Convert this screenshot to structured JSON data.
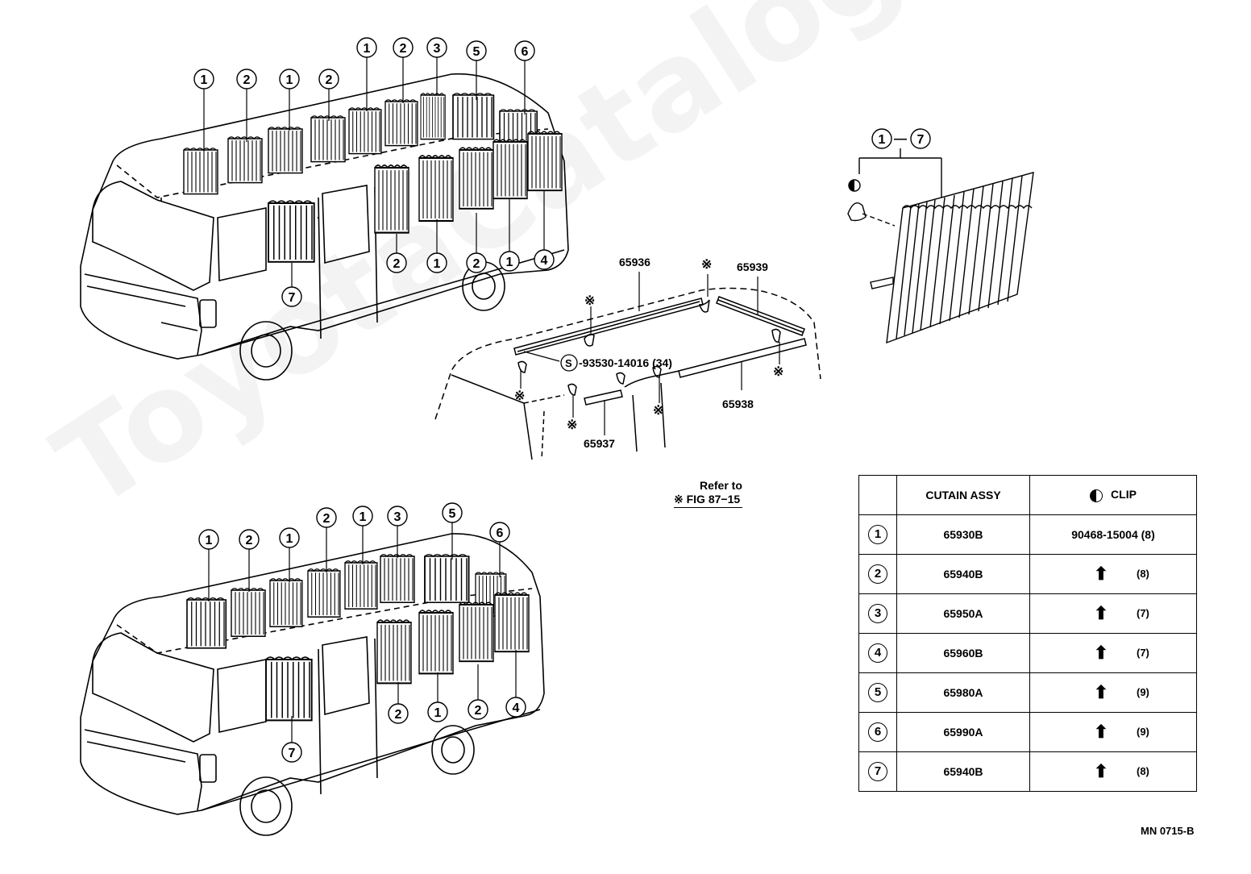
{
  "upper_van": {
    "top_callouts": [
      "1",
      "2",
      "1",
      "2",
      "1",
      "2",
      "3",
      "5",
      "6"
    ],
    "lower_callouts": [
      "7",
      "2",
      "1",
      "2",
      "1",
      "4"
    ]
  },
  "lower_van": {
    "top_callouts": [
      "1",
      "2",
      "1",
      "2",
      "1",
      "3",
      "5",
      "6"
    ],
    "lower_callouts": [
      "7",
      "2",
      "1",
      "2",
      "4"
    ]
  },
  "rail_diagram": {
    "parts": {
      "p65936": "65936",
      "p65939": "65939",
      "p65938": "65938",
      "p65937": "65937"
    },
    "screw_prefix": "S",
    "screw_text": "-93530-14016 (34)",
    "asterisk": "※"
  },
  "curtain_detail": {
    "range_from": "1",
    "range_dash": "—",
    "range_to": "7"
  },
  "refer_note": {
    "line1": "Refer to",
    "line2": "※ FIG 87−15"
  },
  "table": {
    "header_part": "CUTAIN ASSY",
    "header_clip": "CLIP",
    "rows": [
      {
        "num": "1",
        "part": "65930B",
        "clip": "90468-15004 (8)",
        "same": false,
        "qty": ""
      },
      {
        "num": "2",
        "part": "65940B",
        "clip": "",
        "same": true,
        "qty": "(8)"
      },
      {
        "num": "3",
        "part": "65950A",
        "clip": "",
        "same": true,
        "qty": "(7)"
      },
      {
        "num": "4",
        "part": "65960B",
        "clip": "",
        "same": true,
        "qty": "(7)"
      },
      {
        "num": "5",
        "part": "65980A",
        "clip": "",
        "same": true,
        "qty": "(9)"
      },
      {
        "num": "6",
        "part": "65990A",
        "clip": "",
        "same": true,
        "qty": "(9)"
      },
      {
        "num": "7",
        "part": "65940B",
        "clip": "",
        "same": true,
        "qty": "(8)"
      }
    ],
    "same_symbol": "⬆"
  },
  "figure_code": "MN 0715-B",
  "watermark": "ToyotaCatalog.ru"
}
